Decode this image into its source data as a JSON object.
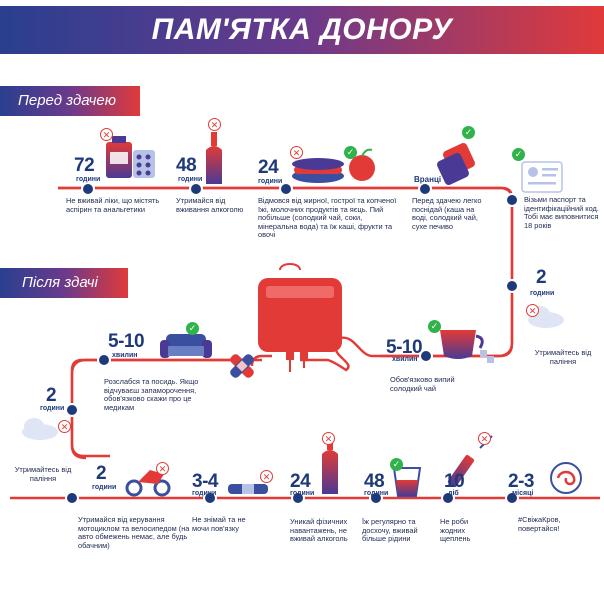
{
  "title": "ПАМ'ЯТКА ДОНОРУ",
  "sections": {
    "before": "Перед здачею",
    "after": "Після здачі"
  },
  "before_steps": [
    {
      "num": "72",
      "unit": "години",
      "text": "Не вживай ліки, що містять аспірин та анальгетики"
    },
    {
      "num": "48",
      "unit": "години",
      "text": "Утримайся від вживання алкоголю"
    },
    {
      "num": "24",
      "unit": "години",
      "text": "Відмовся від жирної, гострої та копченої їжі, молочних продуктів та яєць. Пий побільше (солодкий чай, соки, мінеральна вода) та їж каші, фрукти та овочі"
    },
    {
      "num": "Вранці",
      "unit": "",
      "text": "Перед здачею легко поснідай (каша на воді, солодкий чай, сухе печиво"
    },
    {
      "num": "",
      "unit": "",
      "text": "Візьми паспорт та ідентифікаційний код. Тобі має виповнитися 18 років"
    }
  ],
  "after_steps": [
    {
      "num": "2",
      "unit": "години",
      "text": "Утримайтесь від паління"
    },
    {
      "num": "5-10",
      "unit": "хвилин",
      "text": "Обов'язково випий солодкий чай"
    },
    {
      "num": "5-10",
      "unit": "хвилин",
      "text": "Розслабся  та посидь. Якщо відчуваєш запаморочення, обов'язково скажи про це медикам"
    },
    {
      "num": "2",
      "unit": "години",
      "text": "Утримайтесь від паління"
    },
    {
      "num": "2",
      "unit": "години",
      "text": "Утримайся від керування мотоциклом та велосипедом (на авто обмежень немає, але будь обачним)"
    },
    {
      "num": "3-4",
      "unit": "години",
      "text": "Не знімай та не мочи пов'язку"
    },
    {
      "num": "24",
      "unit": "години",
      "text": "Уникай фізичних навантажень, не вживай алкоголь"
    },
    {
      "num": "48",
      "unit": "години",
      "text": "Їж регулярно та досхочу, вживай більше рідини"
    },
    {
      "num": "10",
      "unit": "діб",
      "text": "Не роби жодних щеплень"
    },
    {
      "num": "2-3",
      "unit": "місяці",
      "text": "#СвіжаКров, повертайся!"
    }
  ],
  "colors": {
    "navy": "#1f3a7a",
    "red": "#e23a36",
    "green": "#2fb34a",
    "banner_left": "#2a3f8f",
    "banner_right": "#e03a3a"
  }
}
